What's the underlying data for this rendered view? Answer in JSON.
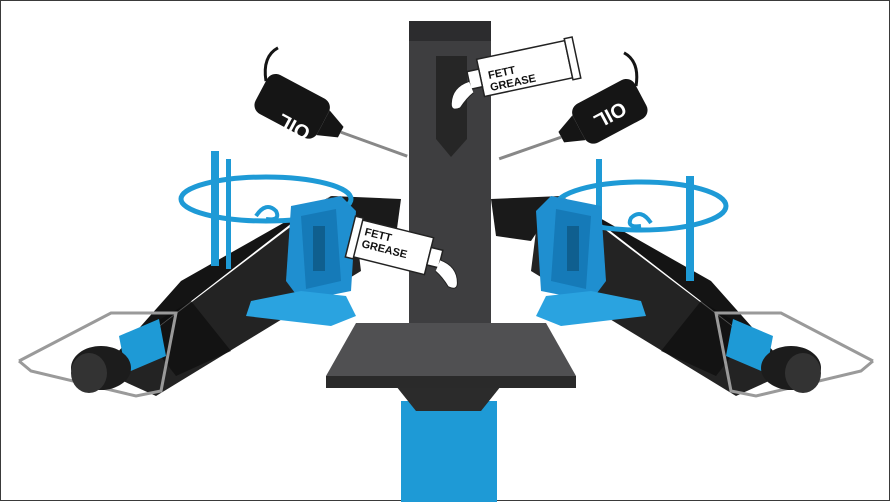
{
  "labels": {
    "oil_left": "OIL",
    "oil_right": "OIL",
    "grease_top_line1": "FETT",
    "grease_top_line2": "GREASE",
    "grease_mid_line1": "FETT",
    "grease_mid_line2": "GREASE"
  },
  "colors": {
    "accent_blue": "#1e9ad6",
    "dark": "#1a1a1a",
    "column": "#3a3a3c",
    "outline_grey": "#9a9a9a"
  },
  "icons": [
    "oil-can-icon",
    "grease-tube-icon",
    "rotation-arrow-icon"
  ]
}
